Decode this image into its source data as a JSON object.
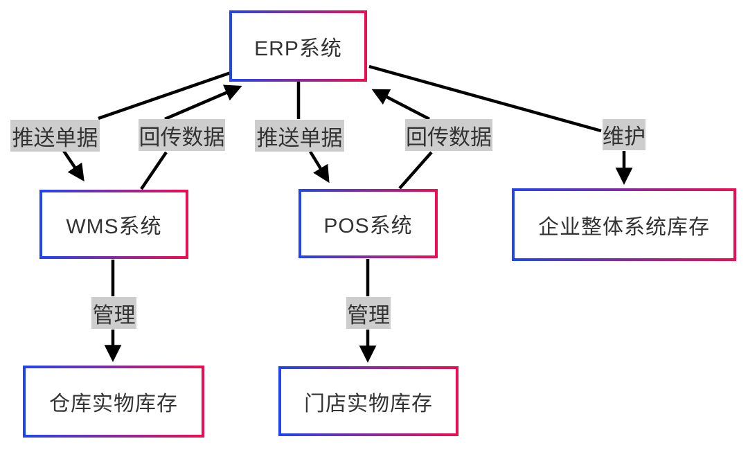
{
  "diagram": {
    "type": "flowchart",
    "colors": {
      "border_gradient_start": "#2244ee",
      "border_gradient_end": "#ec0e51",
      "node_bg": "#ffffff",
      "node_text": "#333333",
      "edge_label_bg": "#cdcdcd",
      "edge_label_text": "#333333",
      "arrow": "#000000",
      "background": "#ffffff"
    },
    "nodes": [
      {
        "id": "erp",
        "label": "ERP系统"
      },
      {
        "id": "wms",
        "label": "WMS系统"
      },
      {
        "id": "pos",
        "label": "POS系统"
      },
      {
        "id": "enterprise-inventory",
        "label": "企业整体系统库存"
      },
      {
        "id": "warehouse-inventory",
        "label": "仓库实物库存"
      },
      {
        "id": "store-inventory",
        "label": "门店实物库存"
      }
    ],
    "edges": [
      {
        "from": "ERP系统",
        "to": "WMS系统",
        "label": "推送单据"
      },
      {
        "from": "WMS系统",
        "to": "ERP系统",
        "label": "回传数据"
      },
      {
        "from": "ERP系统",
        "to": "POS系统",
        "label": "推送单据"
      },
      {
        "from": "POS系统",
        "to": "ERP系统",
        "label": "回传数据"
      },
      {
        "from": "ERP系统",
        "to": "企业整体系统库存",
        "label": "维护"
      },
      {
        "from": "WMS系统",
        "to": "仓库实物库存",
        "label": "管理"
      },
      {
        "from": "POS系统",
        "to": "门店实物库存",
        "label": "管理"
      }
    ]
  }
}
